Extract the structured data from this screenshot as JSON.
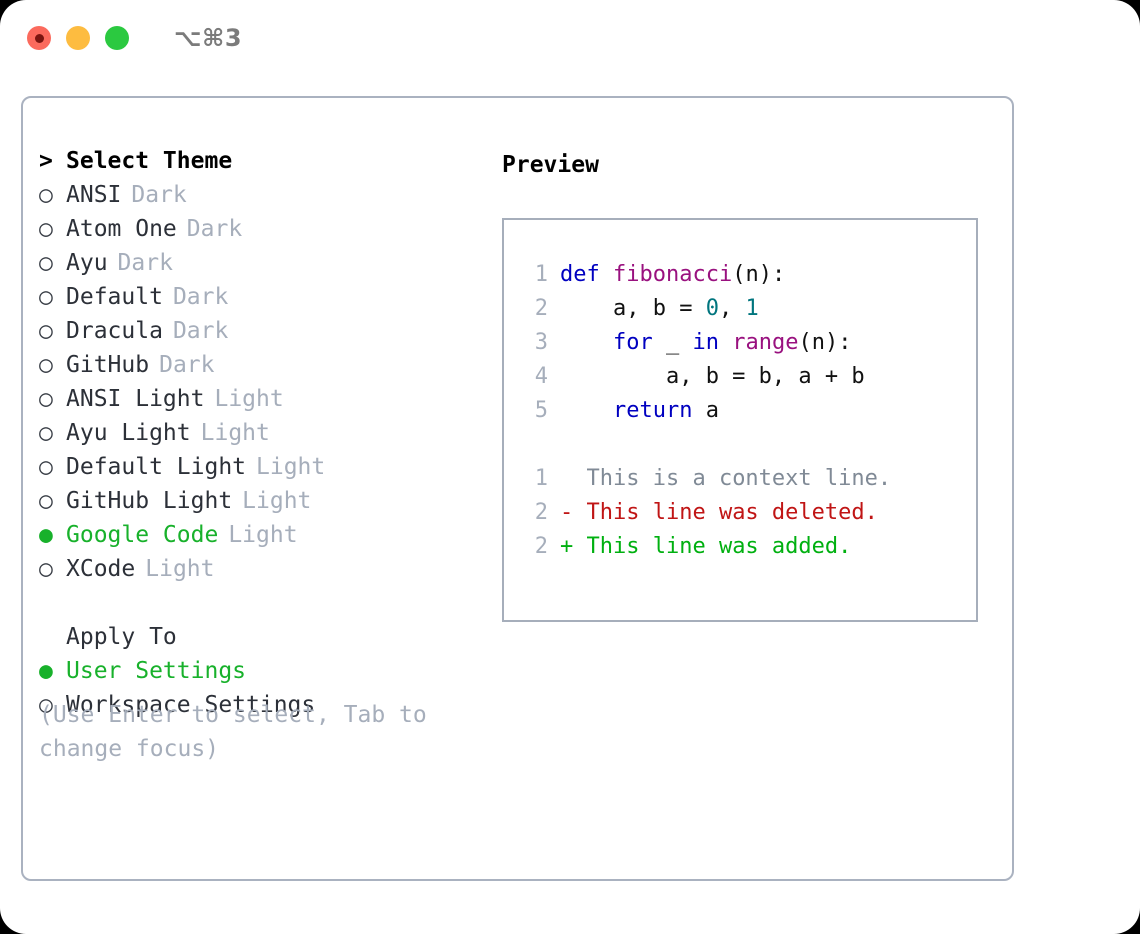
{
  "window": {
    "shortcut_title": "⌥⌘3",
    "traffic_lights": [
      {
        "name": "close-button",
        "color": "#fb6a5d"
      },
      {
        "name": "minimize-button",
        "color": "#fdbc40"
      },
      {
        "name": "maximize-button",
        "color": "#2bc940"
      }
    ]
  },
  "theme_picker": {
    "prompt_marker": ">",
    "heading": "Select Theme",
    "bullet_unselected": "○",
    "bullet_selected": "●",
    "selected_color": "#18b12b",
    "items": [
      {
        "label": "ANSI",
        "variant": "Dark",
        "selected": false
      },
      {
        "label": "Atom One",
        "variant": "Dark",
        "selected": false
      },
      {
        "label": "Ayu",
        "variant": "Dark",
        "selected": false
      },
      {
        "label": "Default",
        "variant": "Dark",
        "selected": false
      },
      {
        "label": "Dracula",
        "variant": "Dark",
        "selected": false
      },
      {
        "label": "GitHub",
        "variant": "Dark",
        "selected": false
      },
      {
        "label": "ANSI Light",
        "variant": "Light",
        "selected": false
      },
      {
        "label": "Ayu Light",
        "variant": "Light",
        "selected": false
      },
      {
        "label": "Default Light",
        "variant": "Light",
        "selected": false
      },
      {
        "label": "GitHub Light",
        "variant": "Light",
        "selected": false
      },
      {
        "label": "Google Code",
        "variant": "Light",
        "selected": true
      },
      {
        "label": "XCode",
        "variant": "Light",
        "selected": false
      }
    ]
  },
  "apply_to": {
    "heading": "Apply To",
    "items": [
      {
        "label": "User Settings",
        "selected": true
      },
      {
        "label": "Workspace Settings",
        "selected": false
      }
    ]
  },
  "hint": "(Use Enter to select, Tab to change focus)",
  "preview": {
    "title": "Preview",
    "code_lines": [
      {
        "num": "1",
        "tokens": [
          {
            "t": "def",
            "c": "kw"
          },
          {
            "t": " ",
            "c": "pl"
          },
          {
            "t": "fibonacci",
            "c": "fn"
          },
          {
            "t": "(n):",
            "c": "pl"
          }
        ]
      },
      {
        "num": "2",
        "tokens": [
          {
            "t": "    a, b = ",
            "c": "pl"
          },
          {
            "t": "0",
            "c": "num"
          },
          {
            "t": ", ",
            "c": "pl"
          },
          {
            "t": "1",
            "c": "num"
          }
        ]
      },
      {
        "num": "3",
        "tokens": [
          {
            "t": "    ",
            "c": "pl"
          },
          {
            "t": "for",
            "c": "kw"
          },
          {
            "t": " _ ",
            "c": "pl"
          },
          {
            "t": "in",
            "c": "kw"
          },
          {
            "t": " ",
            "c": "pl"
          },
          {
            "t": "range",
            "c": "fn"
          },
          {
            "t": "(n):",
            "c": "pl"
          }
        ]
      },
      {
        "num": "4",
        "tokens": [
          {
            "t": "        a, b = b, a + b",
            "c": "pl"
          }
        ]
      },
      {
        "num": "5",
        "tokens": [
          {
            "t": "    ",
            "c": "pl"
          },
          {
            "t": "return",
            "c": "kw"
          },
          {
            "t": " a",
            "c": "pl"
          }
        ]
      }
    ],
    "diff_lines": [
      {
        "num": "1",
        "marker": " ",
        "text": " This is a context line.",
        "kind": "ctx"
      },
      {
        "num": "2",
        "marker": "-",
        "text": " This line was deleted.",
        "kind": "del"
      },
      {
        "num": "2",
        "marker": "+",
        "text": " This line was added.",
        "kind": "add"
      }
    ],
    "colors": {
      "keyword": "#0000c0",
      "function": "#99117f",
      "number": "#00757e",
      "plain": "#111111",
      "gutter": "#a6aebb",
      "diff_context": "#808a96",
      "diff_deleted": "#c01515",
      "diff_added": "#00b010"
    }
  }
}
